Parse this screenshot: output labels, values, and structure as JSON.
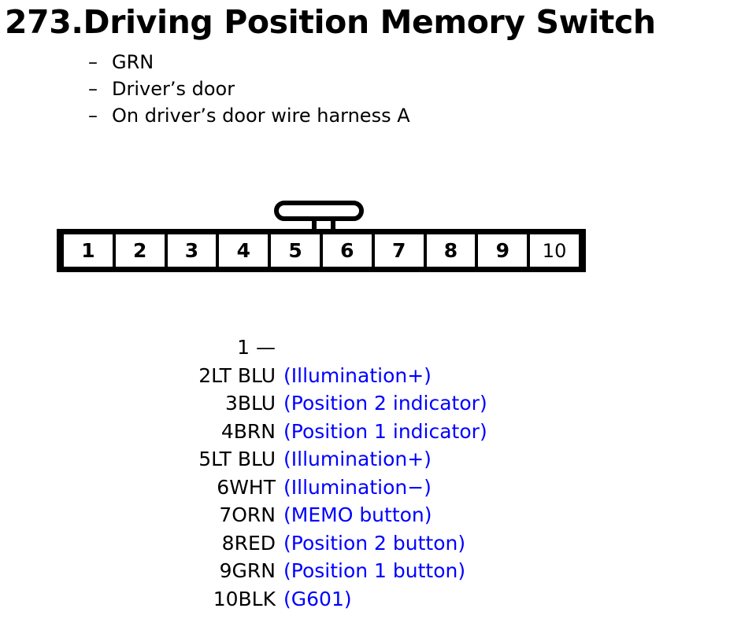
{
  "title": "273.Driving Position Memory Switch",
  "colors": {
    "text": "#000000",
    "description": "#0000ff",
    "connector_outline": "#000000",
    "background": "#ffffff"
  },
  "meta": {
    "bullet": "–",
    "items": [
      "GRN",
      "Driver’s door",
      "On driver’s door wire harness A"
    ]
  },
  "connector": {
    "pin_count": 10,
    "latch_position": "top-center-between-pin-5-and-6",
    "pins": [
      "1",
      "2",
      "3",
      "4",
      "5",
      "6",
      "7",
      "8",
      "9",
      "10"
    ]
  },
  "pin_list": [
    {
      "pin": "1",
      "wire": "",
      "key": "1 —",
      "desc": ""
    },
    {
      "pin": "2",
      "wire": "LT BLU",
      "key": "2LT BLU",
      "desc": "(Illumination+)"
    },
    {
      "pin": "3",
      "wire": "BLU",
      "key": "3BLU",
      "desc": "(Position 2 indicator)"
    },
    {
      "pin": "4",
      "wire": "BRN",
      "key": "4BRN",
      "desc": "(Position 1 indicator)"
    },
    {
      "pin": "5",
      "wire": "LT BLU",
      "key": "5LT BLU",
      "desc": "(Illumination+)"
    },
    {
      "pin": "6",
      "wire": "WHT",
      "key": "6WHT",
      "desc": "(Illumination−)"
    },
    {
      "pin": "7",
      "wire": "ORN",
      "key": "7ORN",
      "desc": "(MEMO button)"
    },
    {
      "pin": "8",
      "wire": "RED",
      "key": "8RED",
      "desc": "(Position 2 button)"
    },
    {
      "pin": "9",
      "wire": "GRN",
      "key": "9GRN",
      "desc": "(Position 1 button)"
    },
    {
      "pin": "10",
      "wire": "BLK",
      "key": "10BLK",
      "desc": "(G601)"
    }
  ]
}
